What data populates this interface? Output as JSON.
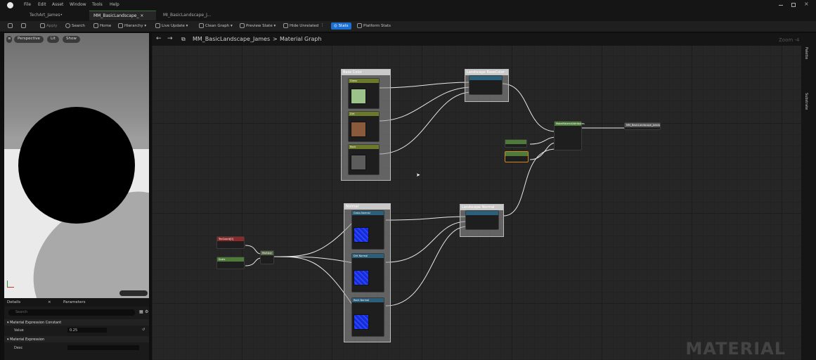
{
  "window": {
    "menus": [
      "File",
      "Edit",
      "Asset",
      "Window",
      "Tools",
      "Help"
    ],
    "tabs": [
      {
        "label": "TechArt_James•"
      },
      {
        "label": "MM_BasicLandscape_"
      },
      {
        "label": "MI_BasicLandscape_J..."
      }
    ]
  },
  "toolbar": {
    "apply": "Apply",
    "search": "Search",
    "home": "Home",
    "hierarchy": "Hierarchy",
    "live_update": "Live Update",
    "clean_graph": "Clean Graph",
    "preview_state": "Preview State",
    "hide_unrelated": "Hide Unrelated",
    "stats": "Stats",
    "platform_stats": "Platform Stats"
  },
  "viewport": {
    "perspective": "Perspective",
    "lit": "Lit",
    "show": "Show"
  },
  "details": {
    "tab_details": "Details",
    "tab_parameters": "Parameters",
    "search_placeholder": "Search",
    "section1": "Material Expression Constant",
    "prop_label": "Value",
    "prop_value": "0.25",
    "section2": "Material Expression",
    "desc_label": "Desc"
  },
  "graph": {
    "breadcrumb_root": "MM_BasicLandscape_James",
    "breadcrumb_sep": ">",
    "breadcrumb_leaf": "Material Graph",
    "zoom": "Zoom -4",
    "comments": {
      "base_color": "Base Color",
      "normal": "Normal"
    },
    "nodes": {
      "landscape_basecolor": "Landscape BaseColor",
      "landscape_normal": "Landscape Normal",
      "grass_color": "Grass",
      "dirt_color": "Dirt",
      "rock_color": "Rock",
      "grass_normal": "Grass Normal",
      "dirt_normal": "Dirt Normal",
      "rock_normal": "Rock Normal",
      "texcoord": "TexCoord[0]",
      "scale": "Scale",
      "multiply": "Multiply",
      "make_attributes": "MakeMaterialAttributes",
      "output": "MM_BasicLandscape_James"
    },
    "watermark": "MATERIAL"
  },
  "side_tabs": [
    "Palette",
    "Substrate"
  ],
  "colors": {
    "grass": "#9cc48a",
    "dirt": "#8a5a3c",
    "rock": "#5c5c5c",
    "accent": "#1b6fd1"
  }
}
